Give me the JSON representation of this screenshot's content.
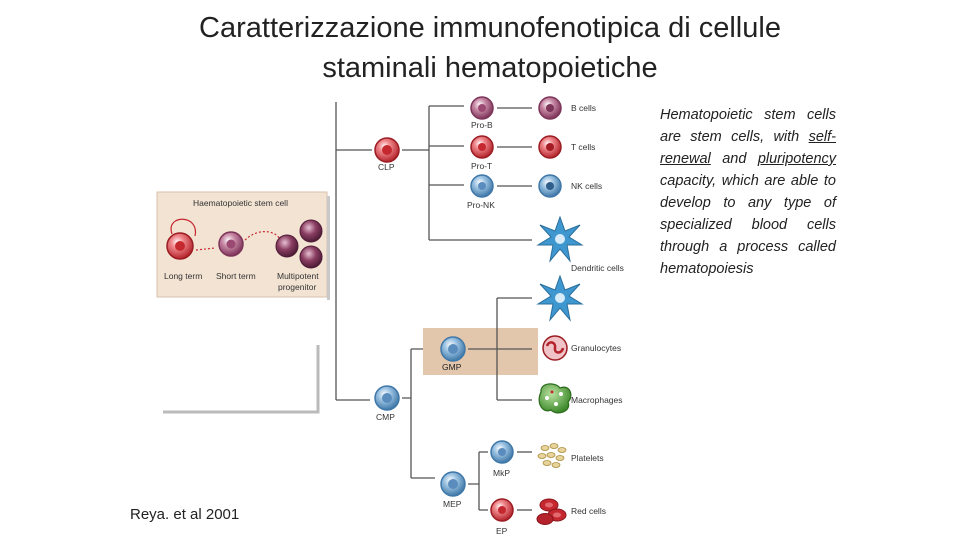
{
  "title": {
    "line1": "Caratterizzazione immunofenotipica di cellule",
    "line2": "staminali hematopoietiche"
  },
  "description": {
    "part1": "Hematopoietic stem cells are stem cells, with",
    "link1": "self-renewal",
    "part2": "and",
    "link2": "pluripotency",
    "part3": "capacity, which are able to develop to any type of specialized blood cells through a process called hematopoiesis"
  },
  "citation": "Reya. et al 2001",
  "diagram": {
    "hsc_box_title": "Haematopoietic stem cell",
    "long_term": "Long term",
    "short_term": "Short term",
    "multipotent_1": "Multipotent",
    "multipotent_2": "progenitor",
    "clp": "CLP",
    "cmp": "CMP",
    "gmp": "GMP",
    "mep": "MEP",
    "pro_b": "Pro-B",
    "pro_t": "Pro-T",
    "pro_nk": "Pro-NK",
    "mkp": "MkP",
    "ep": "EP",
    "b_cells": "B cells",
    "t_cells": "T cells",
    "nk_cells": "NK cells",
    "dendritic": "Dendritic cells",
    "granulocytes": "Granulocytes",
    "macrophages": "Macrophages",
    "platelets": "Platelets",
    "red_cells": "Red cells"
  },
  "colors": {
    "hsc_box": "#f3e3d3",
    "gmp_box": "#e2c7ad",
    "red_cell": "#d4353c",
    "lymphoid": "#b0436b",
    "blue_cell": "#4a86b8",
    "dendritic": "#3f97cf"
  }
}
